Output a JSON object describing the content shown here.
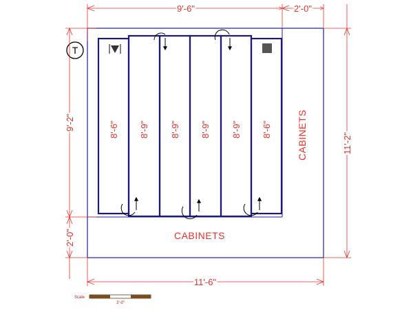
{
  "dimensions": {
    "top_width": "9'-6\"",
    "top_side": "2'-0\"",
    "left_height": "9'-2\"",
    "left_bottom": "2'-0\"",
    "right_height": "11'-2\"",
    "bottom_width": "11'-6\""
  },
  "rows": [
    {
      "length": "8'-6\"",
      "end_symbol": "triangle-marker-icon"
    },
    {
      "length": "8'-9\""
    },
    {
      "length": "8'-9\""
    },
    {
      "length": "8'-9\""
    },
    {
      "length": "8'-9\""
    },
    {
      "length": "8'-6\"",
      "end_symbol": "square-marker-icon"
    }
  ],
  "labels": {
    "cabinets_right": "CABINETS",
    "cabinets_bottom": "CABINETS",
    "t_marker": "T"
  },
  "scale": {
    "label": "Scale",
    "value": "3'-0\""
  },
  "colors": {
    "outline": "#1a1aa8",
    "rows": "#1a1a7a",
    "dimension": "#e8312a"
  }
}
